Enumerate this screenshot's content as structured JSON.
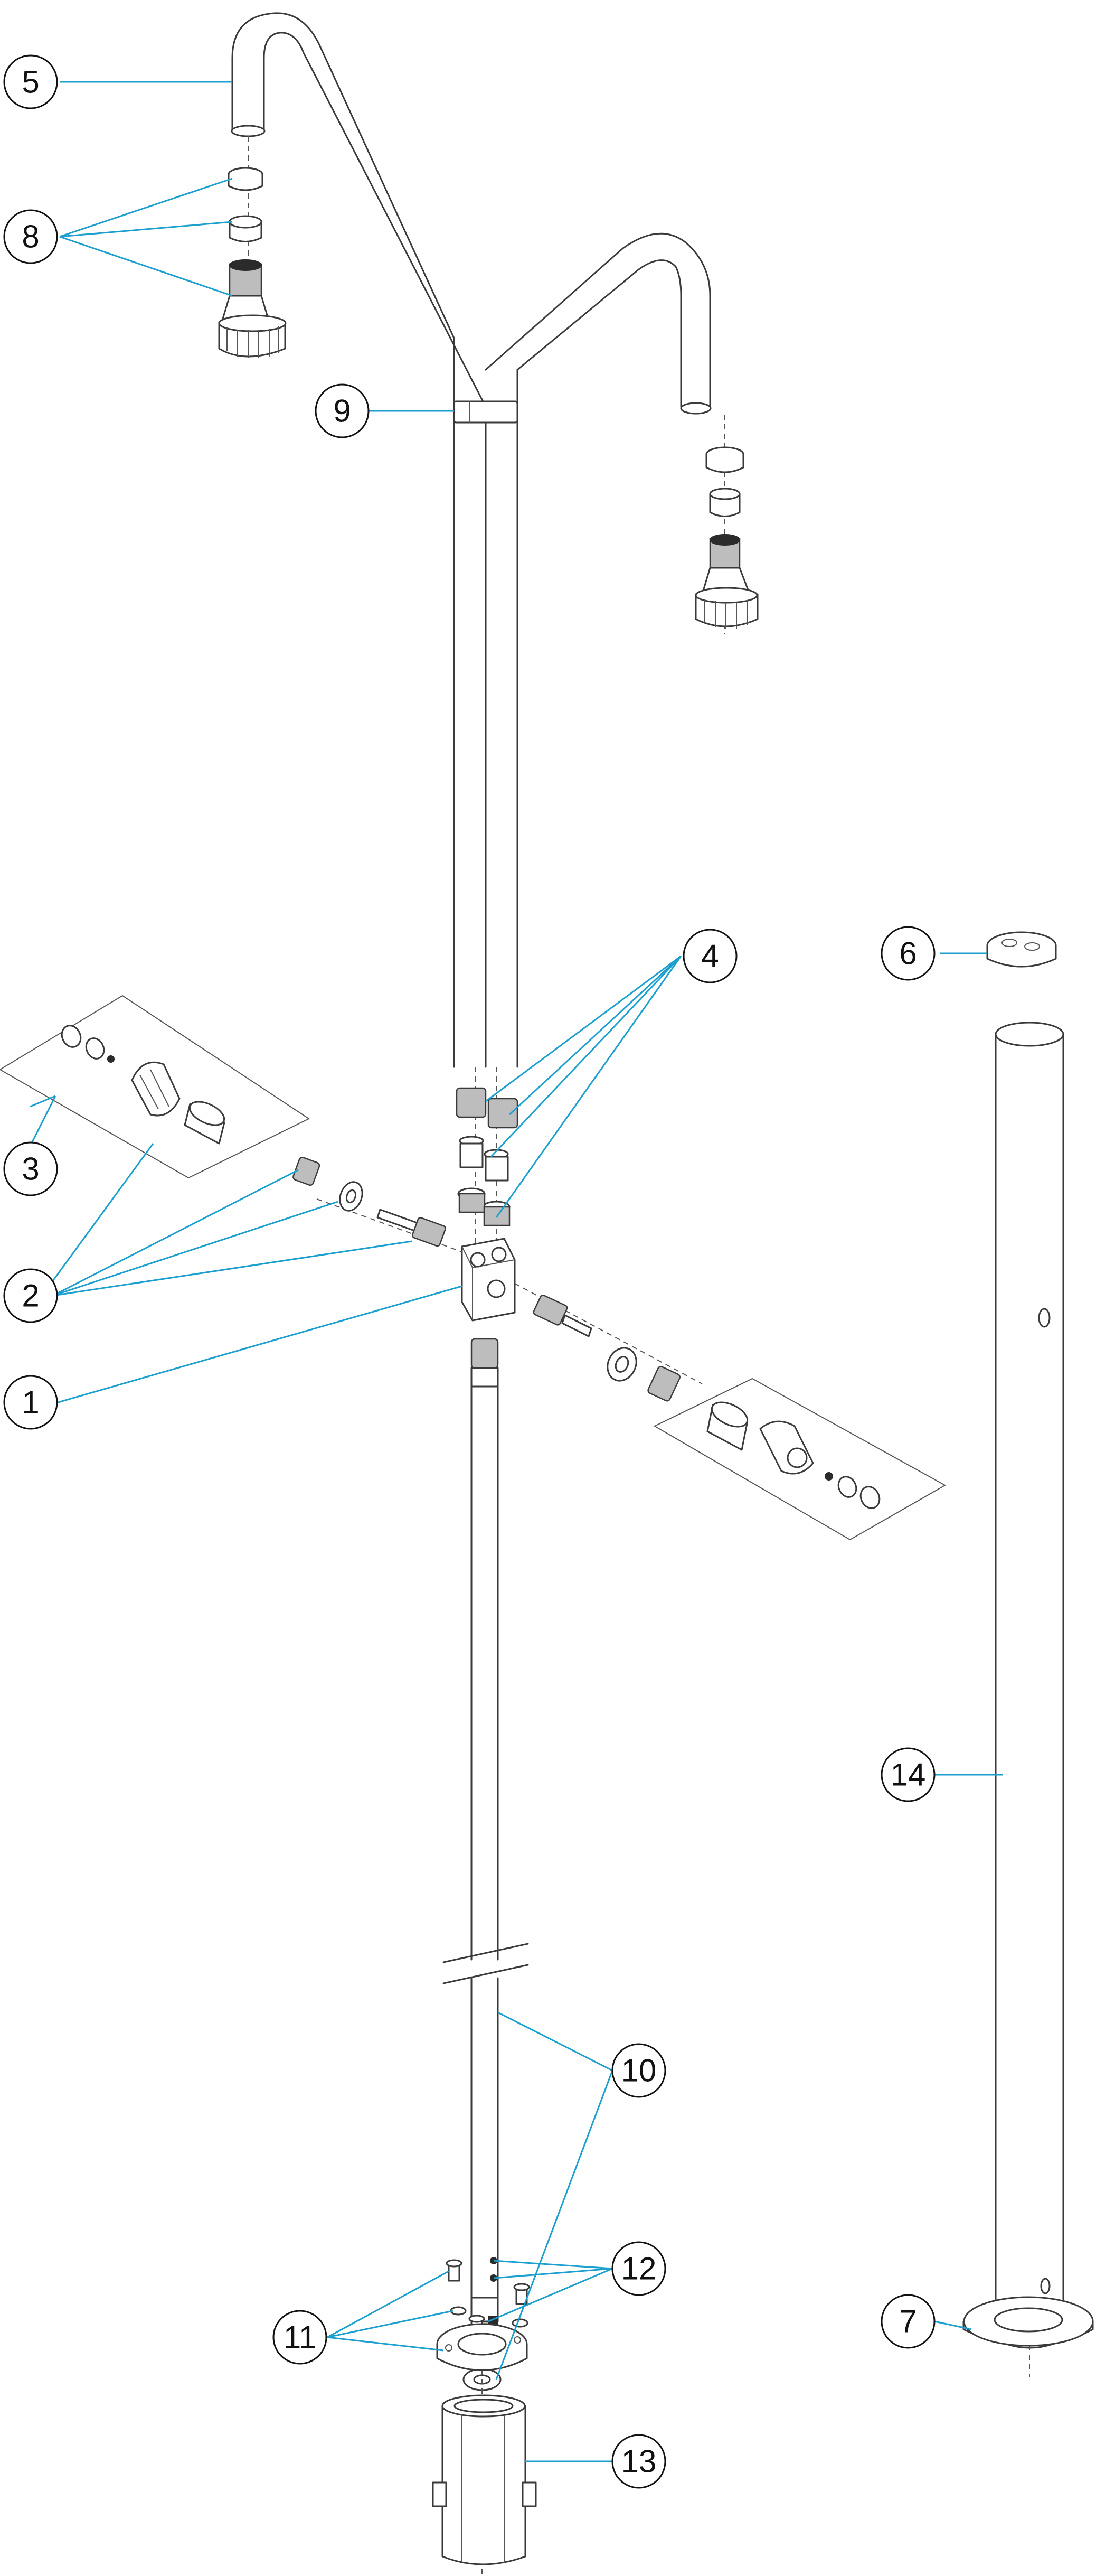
{
  "callouts": [
    {
      "id": "c1",
      "label": "1"
    },
    {
      "id": "c2",
      "label": "2"
    },
    {
      "id": "c3",
      "label": "3"
    },
    {
      "id": "c4",
      "label": "4"
    },
    {
      "id": "c5",
      "label": "5"
    },
    {
      "id": "c6",
      "label": "6"
    },
    {
      "id": "c7",
      "label": "7"
    },
    {
      "id": "c8",
      "label": "8"
    },
    {
      "id": "c9",
      "label": "9"
    },
    {
      "id": "c10",
      "label": "10"
    },
    {
      "id": "c11",
      "label": "11"
    },
    {
      "id": "c12",
      "label": "12"
    },
    {
      "id": "c13",
      "label": "13"
    },
    {
      "id": "c14",
      "label": "14"
    }
  ],
  "colors": {
    "leader": "#1b9fcf",
    "outline": "#3a3a3a",
    "background": "#ffffff"
  }
}
